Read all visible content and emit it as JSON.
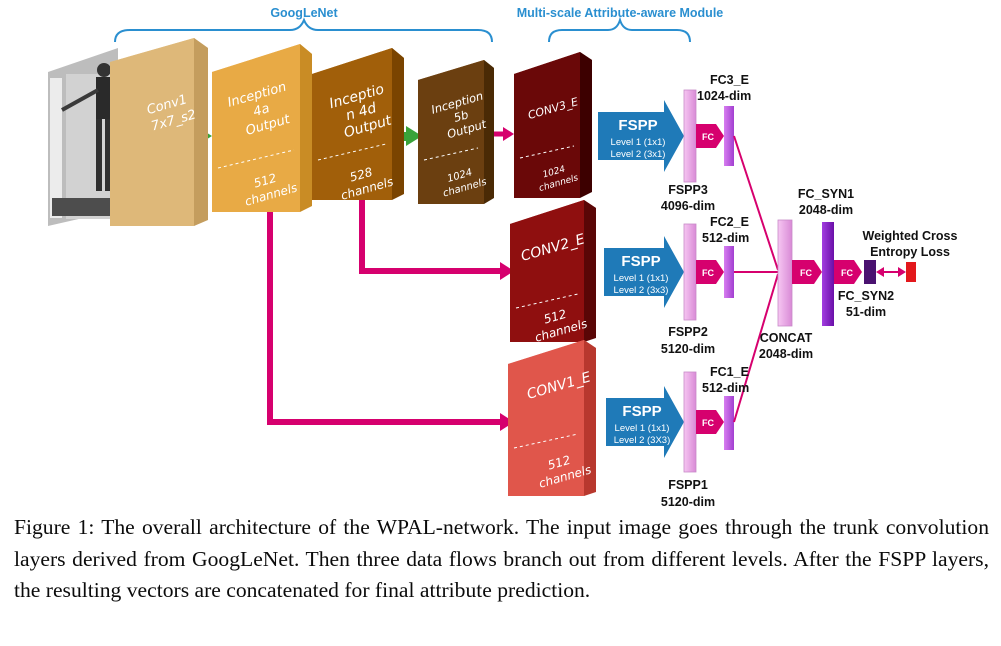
{
  "header": {
    "googlenet": "GoogLeNet",
    "module": "Multi-scale Attribute-aware Module"
  },
  "blocks": {
    "conv1": {
      "line1": "Conv1",
      "line2": "7x7_s2"
    },
    "inc4a": {
      "line1": "Inception",
      "line2": "4a",
      "line3": "Output",
      "ch1": "512",
      "ch2": "channels"
    },
    "inc4d": {
      "line1": "Inceptio",
      "line2": "n 4d",
      "line3": "Output",
      "ch1": "528",
      "ch2": "channels"
    },
    "inc5b": {
      "line1": "Inception",
      "line2": "5b",
      "line3": "Output",
      "ch1": "1024",
      "ch2": "channels"
    },
    "conv3e": {
      "name": "CONV3_E",
      "ch1": "1024",
      "ch2": "channels"
    },
    "conv2e": {
      "name": "CONV2_E",
      "ch1": "512",
      "ch2": "channels"
    },
    "conv1e": {
      "name": "CONV1_E",
      "ch1": "512",
      "ch2": "channels"
    }
  },
  "fspp": [
    {
      "title": "FSPP",
      "level1": "Level 1 (1x1)",
      "level2": "Level 2 (3x1)",
      "name": "FSPP3",
      "dim": "4096-dim"
    },
    {
      "title": "FSPP",
      "level1": "Level 1 (1x1)",
      "level2": "Level 2 (3x3)",
      "name": "FSPP2",
      "dim": "5120-dim"
    },
    {
      "title": "FSPP",
      "level1": "Level 1 (1x1)",
      "level2": "Level 2 (3X3)",
      "name": "FSPP1",
      "dim": "5120-dim"
    }
  ],
  "fc_label": "FC",
  "fc": {
    "fc3": {
      "name": "FC3_E",
      "dim": "1024-dim"
    },
    "fc2": {
      "name": "FC2_E",
      "dim": "512-dim"
    },
    "fc1": {
      "name": "FC1_E",
      "dim": "512-dim"
    },
    "concat": {
      "name": "CONCAT",
      "dim": "2048-dim"
    },
    "syn1": {
      "name": "FC_SYN1",
      "dim": "2048-dim"
    },
    "syn2": {
      "name": "FC_SYN2",
      "dim": "51-dim"
    },
    "loss": {
      "line1": "Weighted Cross",
      "line2": "Entropy Loss"
    }
  },
  "colors": {
    "header_blue": "#2a8fd0",
    "magenta": "#d6006e",
    "green": "#3aa33a",
    "fspp_blue": "#1f7ab8",
    "purple": "#8a1ec8"
  },
  "caption": "Figure 1: The overall architecture of the WPAL-network. The input image goes through the trunk convolution layers derived from GoogLeNet. Then three data flows branch out from different levels. After the FSPP layers, the resulting vectors are concatenated for final attribute prediction."
}
